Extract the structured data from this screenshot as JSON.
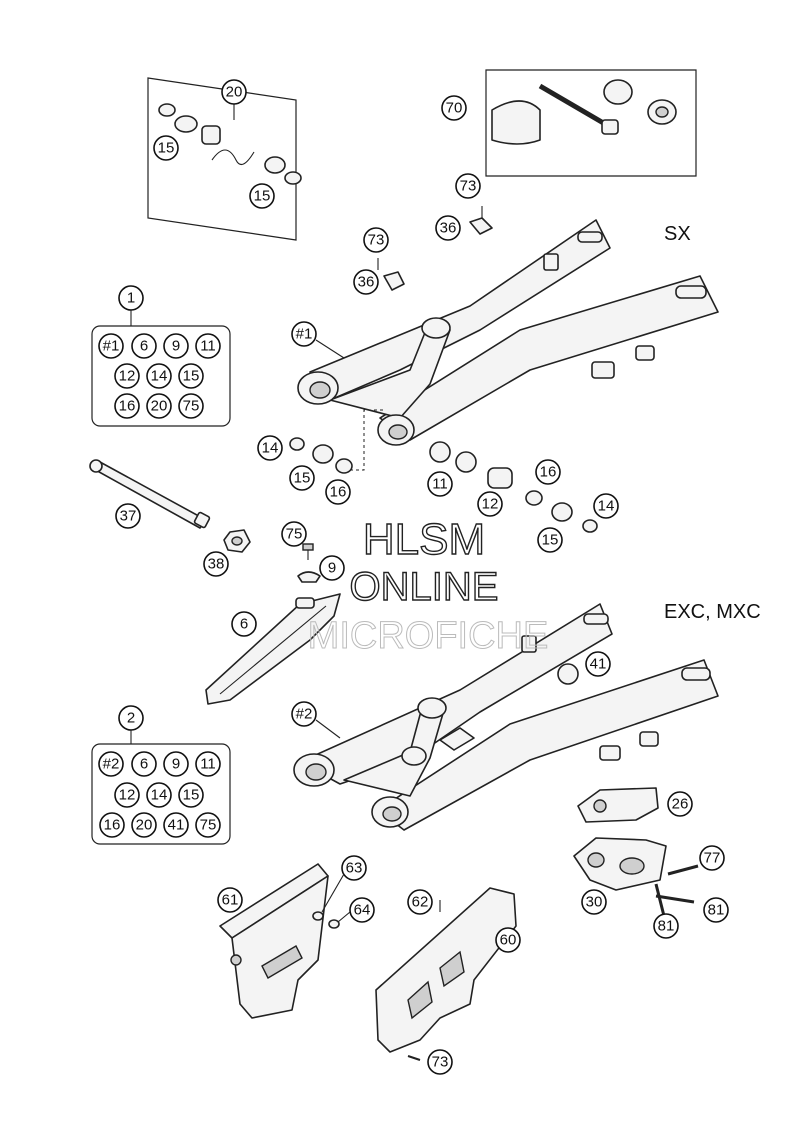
{
  "variants": {
    "sx": "SX",
    "exc": "EXC, MXC"
  },
  "watermark": {
    "line1": "HLSM",
    "line2": "ONLINE",
    "line3": "MICROFICHE"
  },
  "kit1": {
    "label": "1",
    "items": [
      "#1",
      "6",
      "9",
      "11",
      "12",
      "14",
      "15",
      "16",
      "20",
      "75"
    ]
  },
  "kit2": {
    "label": "2",
    "items": [
      "#2",
      "6",
      "9",
      "11",
      "12",
      "14",
      "15",
      "16",
      "20",
      "41",
      "75"
    ]
  },
  "callouts": {
    "c20": "20",
    "c15a": "15",
    "c15b": "15",
    "c70": "70",
    "c73a": "73",
    "c36a": "36",
    "c73b": "73",
    "c36b": "36",
    "c1swing": "#1",
    "c14a": "14",
    "c15c": "15",
    "c16a": "16",
    "c11": "11",
    "c12": "12",
    "c16b": "16",
    "c14b": "14",
    "c15d": "15",
    "c37": "37",
    "c38": "38",
    "c75": "75",
    "c9": "9",
    "c6": "6",
    "c41": "41",
    "c2swing": "#2",
    "c26": "26",
    "c77": "77",
    "c30": "30",
    "c81a": "81",
    "c81b": "81",
    "c61": "61",
    "c63": "63",
    "c64": "64",
    "c62": "62",
    "c60": "60",
    "c73c": "73"
  }
}
